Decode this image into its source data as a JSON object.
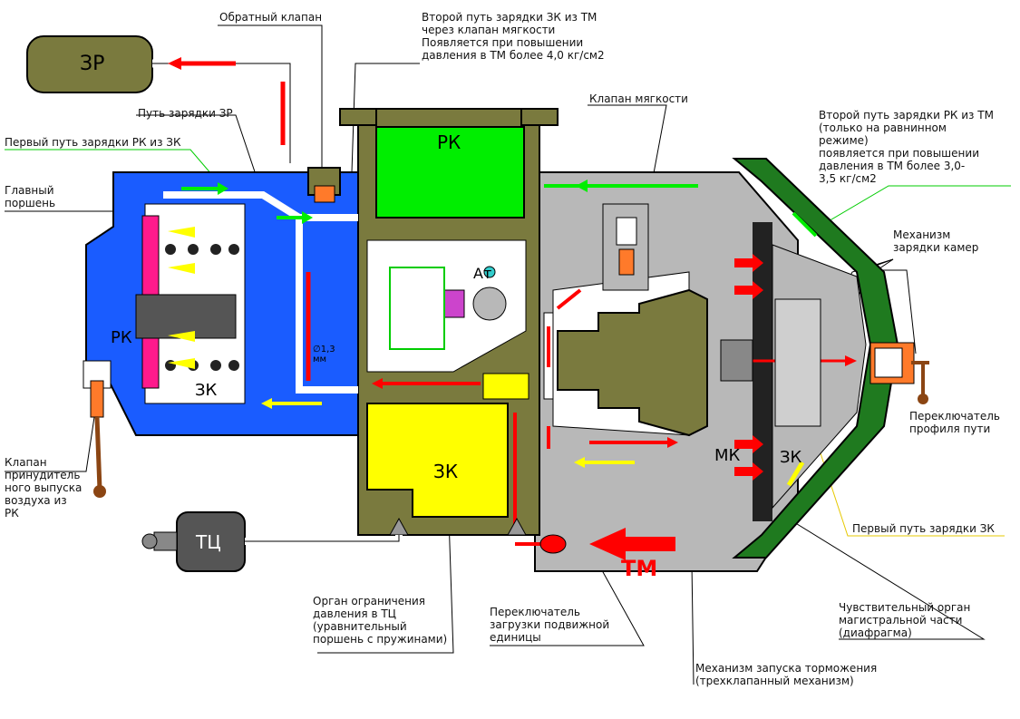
{
  "labels": {
    "chamber_zr": "ЗР",
    "chamber_rk_top": "РК",
    "chamber_rk_left": "РК",
    "chamber_zk_left": "ЗК",
    "chamber_zk_center": "ЗК",
    "chamber_zk_right": "ЗК",
    "chamber_mk": "МК",
    "chamber_at": "Ат",
    "cylinder_tc": "ТЦ",
    "main_line": "ТМ",
    "orifice": "∅1,3\nмм"
  },
  "annotations": {
    "check_valve": "Обратный клапан",
    "second_path_zk": "Второй путь зарядки ЗК из ТМ\nчерез клапан мягкости\nПоявляется при повышении\nдавления в ТМ более 4,0 кг/см2",
    "softness_valve": "Клапан мягкости",
    "zr_charge_path": "Путь зарядки ЗР",
    "first_path_rk": "Первый путь зарядки РК из ЗК",
    "main_piston": "Главный\nпоршень",
    "second_path_rk": "Второй путь зарядки РК из ТМ\n(только на равнинном\nрежиме)\nпоявляется при повышении\nдавления в ТМ более 3,0-\n3,5 кг/см2",
    "chamber_charge_mech": "Механизм\nзарядки камер",
    "forced_release_valve": "Клапан\nпринудитель\nного выпуска\n воздуха из\nРК",
    "track_profile_switch": "Переключатель\nпрофиля пути",
    "first_path_zk": "Первый путь зарядки ЗК",
    "pressure_limiter": "Орган ограничения\nдавления в ТЦ\n(уравнительный\nпоршень с пружинами)",
    "load_switch": "Переключатель\nзагрузки подвижной\nединицы",
    "sensitive_organ": "Чувствительный орган\nмагистральной части\n(диафрагма)",
    "brake_start_mech": "Механизм запуска торможения\n(трехклапанный механизм)"
  },
  "colors": {
    "blue_chamber": "#1a5cff",
    "green_chamber": "#00ee00",
    "yellow_chamber": "#ffff00",
    "olive_body": "#7a7a3e",
    "grey_body": "#b8b8b8",
    "dark_green_body": "#1f7a1f",
    "air_flow_red": "#ff0000",
    "pink_piston": "#ff1a8c"
  }
}
